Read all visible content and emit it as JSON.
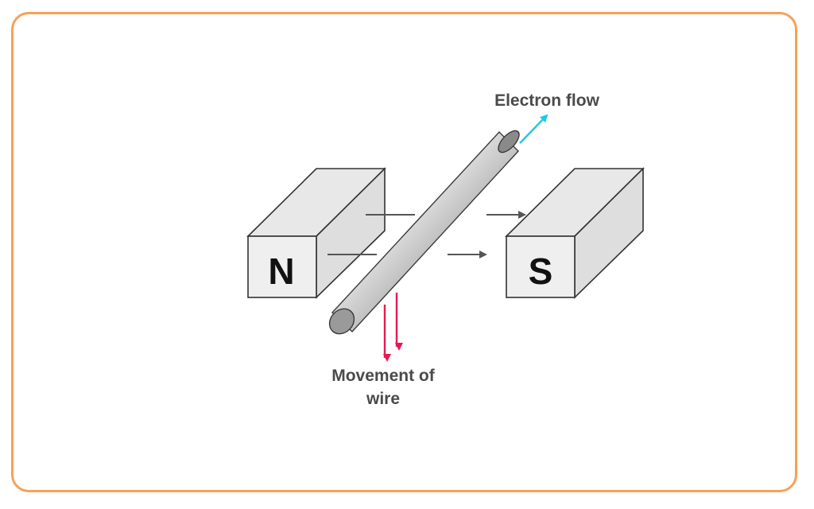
{
  "labels": {
    "electron_flow": "Electron flow",
    "movement_line1": "Movement of",
    "movement_line2": "wire",
    "north_pole": "N",
    "south_pole": "S"
  },
  "colors": {
    "frame_border": "#f7a158",
    "magnet_face": "#eeeeee",
    "magnet_side": "#e2e2e2",
    "field_line": "#555555",
    "electron_arrow": "#1ec8e6",
    "movement_arrow": "#e8194f",
    "wire": "#8f8f8f"
  }
}
